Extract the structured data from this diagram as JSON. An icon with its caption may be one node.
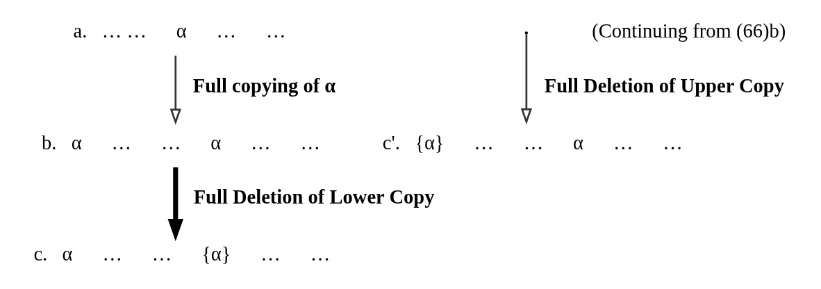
{
  "diagram": {
    "nodes": [
      {
        "text": [
          "a.   … …      α      …      …"
        ]
      },
      {
        "text": [
          "b.   α      …      …      α      …      …"
        ]
      },
      {
        "text": [
          "c.   α      …      …      {α}      …      …"
        ]
      },
      {
        "text": [
          "c'.   {α}      …      …      α      …      …"
        ]
      }
    ],
    "edges": [
      {
        "from": 0,
        "to": 1,
        "arrow": "to",
        "label": "Full copying of α"
      },
      {
        "from": 1,
        "to": 2,
        "arrow": "to",
        "label": "Full Deletion of Lower Copy",
        "style": "thick"
      },
      {
        "from": null,
        "to": 3,
        "arrow": "to",
        "label": "Full Deletion of Upper Copy"
      }
    ],
    "labels": [
      "(Continuing from (66)b)"
    ]
  }
}
